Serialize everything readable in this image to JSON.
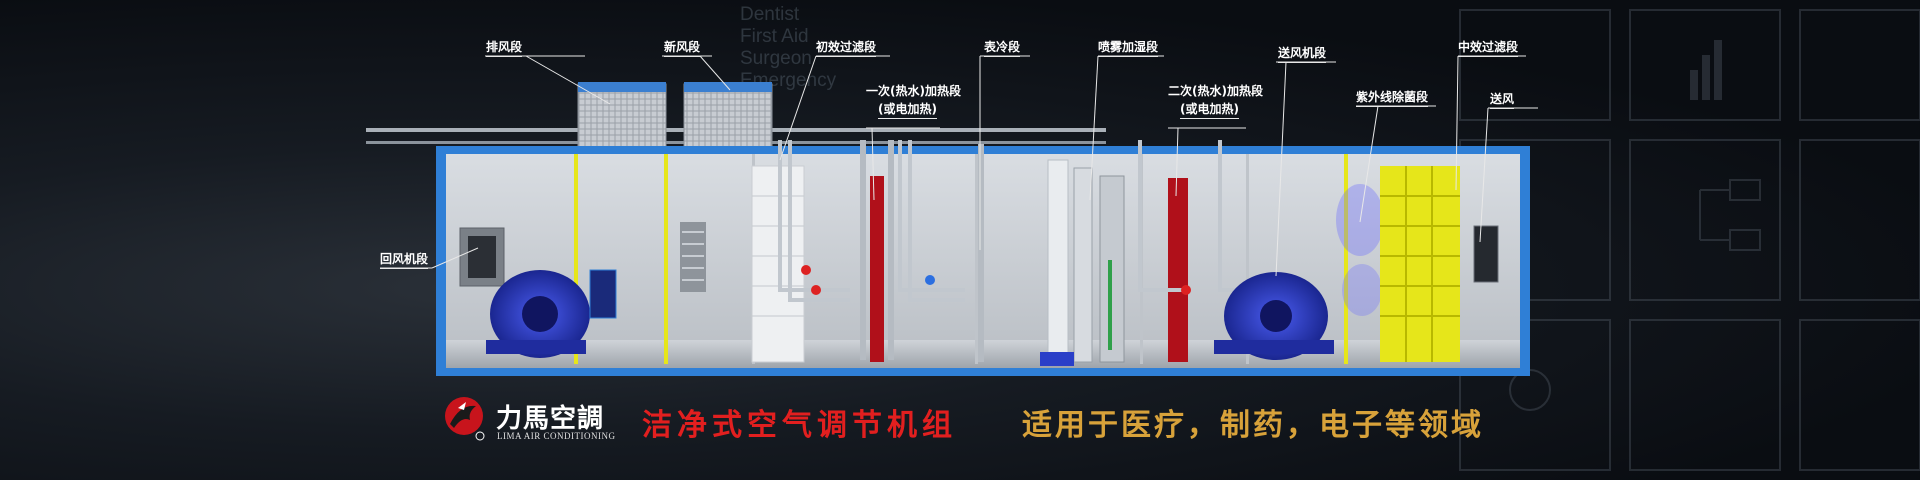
{
  "labels": {
    "exhaust": "排风段",
    "fresh_air": "新风段",
    "primary_filter": "初效过滤段",
    "primary_heating": "一次(热水)加热段",
    "primary_heating_alt": "(或电加热)",
    "surface_cooling": "表冷段",
    "spray_humidify": "喷雾加湿段",
    "secondary_heating": "二次(热水)加热段",
    "secondary_heating_alt": "(或电加热)",
    "supply_fan": "送风机段",
    "uv_sterilize": "紫外线除菌段",
    "medium_filter": "中效过滤段",
    "supply_air": "送风",
    "return_fan": "回风机段"
  },
  "brand": {
    "name": "力馬空調",
    "subtitle": "LIMA AIR CONDITIONING"
  },
  "headline": {
    "red": "洁净式空气调节机组",
    "gold": "适用于医疗，制药，电子等领域"
  },
  "background_text": [
    "Dentist",
    "First Aid",
    "Surgeon",
    "Emergency"
  ],
  "colors": {
    "frame_blue": "#2f7fd6",
    "title_red": "#e21f1f",
    "title_gold": "#d8a23a",
    "fan_blue": "#2a3fc8",
    "heater_red": "#b0101a",
    "filter_yellow": "#e6e61a"
  }
}
